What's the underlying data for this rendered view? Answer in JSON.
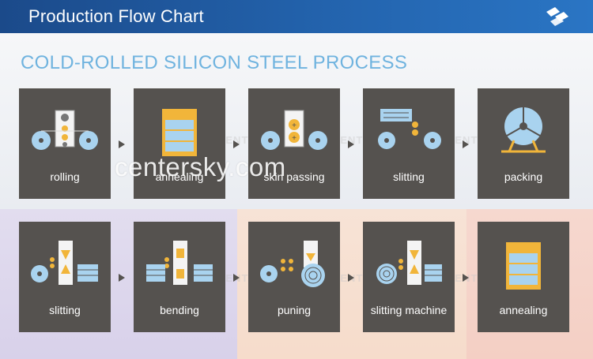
{
  "header": {
    "title": "Production Flow Chart",
    "logo_icon": "centersky-logo-icon"
  },
  "section": {
    "title": "COLD-ROLLED SILICON STEEL PROCESS"
  },
  "steps_row1": [
    {
      "label": "rolling",
      "icon": "rolling-mill-icon"
    },
    {
      "label": "annealing",
      "icon": "annealing-furnace-icon"
    },
    {
      "label": "skin passing",
      "icon": "skin-pass-mill-icon"
    },
    {
      "label": "slitting",
      "icon": "slitting-line-icon"
    },
    {
      "label": "packing",
      "icon": "coil-packing-icon"
    }
  ],
  "steps_row2": [
    {
      "label": "slitting",
      "icon": "slitting-icon"
    },
    {
      "label": "bending",
      "icon": "bending-icon"
    },
    {
      "label": "puning",
      "icon": "punching-icon"
    },
    {
      "label": "slitting machine",
      "icon": "slitting-machine-icon"
    },
    {
      "label": "annealing",
      "icon": "annealing-icon"
    }
  ],
  "watermark": {
    "text": "centersky.com",
    "brand": "CENTERSKY"
  },
  "colors": {
    "header": "#1f5499",
    "title": "#6fb3df",
    "card": "#55524f",
    "accent": "#f1b53a",
    "coil": "#a9d3ef"
  }
}
